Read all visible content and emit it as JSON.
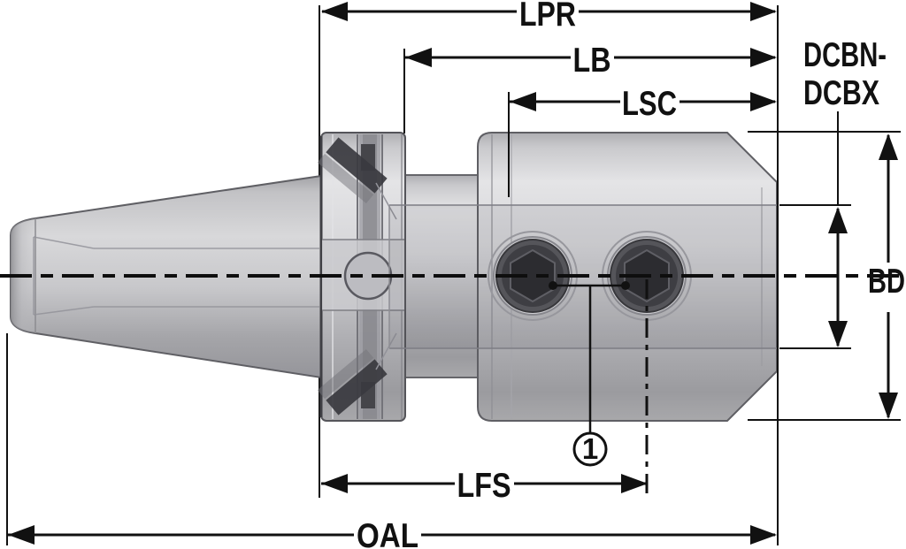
{
  "drawing": {
    "kind": "tool-holder-technical-drawing",
    "labels": {
      "lpr": "LPR",
      "lb": "LB",
      "lsc": "LSC",
      "dcb_line1": "DCBN-",
      "dcb_line2": "DCBX",
      "bd": "BD",
      "lfs": "LFS",
      "oal": "OAL",
      "callout_1": "1"
    },
    "colors": {
      "background": "#ffffff",
      "line": "#111111",
      "metal_light": "#e4e4e6",
      "metal_mid": "#c6c6c9",
      "metal_dark": "#9a9a9e",
      "screw_face": "#4a4a4e",
      "socket_dark": "#2c2c30",
      "slot_dark": "#3a3a3f"
    }
  }
}
